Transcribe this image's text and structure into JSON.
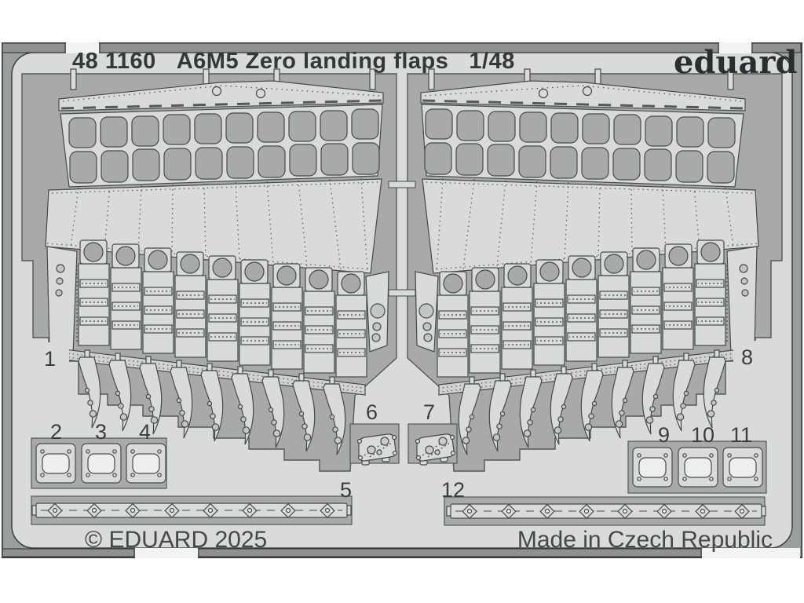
{
  "header": {
    "catalog_number": "48 1160",
    "product_title": "A6M5 Zero landing flaps",
    "scale": "1/48",
    "brand": "eduard"
  },
  "footer": {
    "copyright": "© EDUARD 2025",
    "origin": "Made in Czech Republic"
  },
  "fret": {
    "part_numbers": [
      "1",
      "2",
      "3",
      "4",
      "5",
      "6",
      "7",
      "8",
      "9",
      "10",
      "11",
      "12"
    ]
  },
  "colors": {
    "background": "#ffffff",
    "sheet_metal": "#d9dbd8",
    "etched_area": "#a7aaa8",
    "frame_band": "#9a9e9c",
    "frame_tabs": "#8e918f",
    "outline": "#45494b",
    "text": "#3a3d3f"
  }
}
